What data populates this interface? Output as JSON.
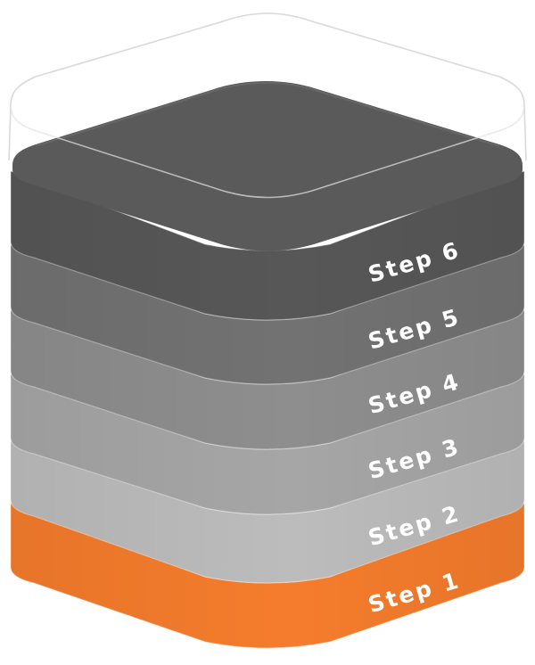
{
  "diagram": {
    "type": "stacked-layers",
    "steps": [
      {
        "label": "Step 1",
        "color": "#F57C2C"
      },
      {
        "label": "Step 2",
        "color": "#BCBCBC"
      },
      {
        "label": "Step 3",
        "color": "#A6A6A6"
      },
      {
        "label": "Step 4",
        "color": "#8E8E8E"
      },
      {
        "label": "Step 5",
        "color": "#727272"
      },
      {
        "label": "Step 6",
        "color": "#575757"
      }
    ],
    "container_outline_color": "#D9D9D9"
  }
}
